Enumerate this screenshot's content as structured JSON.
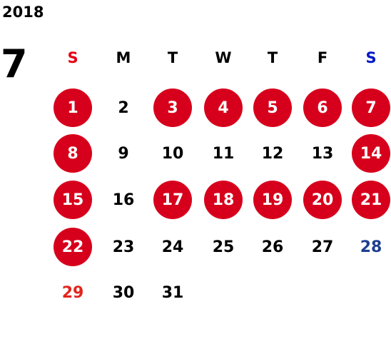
{
  "calendar": {
    "year": "2018",
    "month": "7",
    "weekdays": [
      {
        "label": "S",
        "color": "#e60012"
      },
      {
        "label": "M",
        "color": "#000000"
      },
      {
        "label": "T",
        "color": "#000000"
      },
      {
        "label": "W",
        "color": "#000000"
      },
      {
        "label": "T",
        "color": "#000000"
      },
      {
        "label": "F",
        "color": "#000000"
      },
      {
        "label": "S",
        "color": "#0019c7"
      }
    ],
    "first_weekday_index": 0,
    "days": [
      {
        "day": "1",
        "marked": true
      },
      {
        "day": "2",
        "marked": false
      },
      {
        "day": "3",
        "marked": true
      },
      {
        "day": "4",
        "marked": true
      },
      {
        "day": "5",
        "marked": true
      },
      {
        "day": "6",
        "marked": true
      },
      {
        "day": "7",
        "marked": true
      },
      {
        "day": "8",
        "marked": true
      },
      {
        "day": "9",
        "marked": false
      },
      {
        "day": "10",
        "marked": false
      },
      {
        "day": "11",
        "marked": false
      },
      {
        "day": "12",
        "marked": false
      },
      {
        "day": "13",
        "marked": false
      },
      {
        "day": "14",
        "marked": true
      },
      {
        "day": "15",
        "marked": true
      },
      {
        "day": "16",
        "marked": false
      },
      {
        "day": "17",
        "marked": true
      },
      {
        "day": "18",
        "marked": true
      },
      {
        "day": "19",
        "marked": true
      },
      {
        "day": "20",
        "marked": true
      },
      {
        "day": "21",
        "marked": true
      },
      {
        "day": "22",
        "marked": true
      },
      {
        "day": "23",
        "marked": false
      },
      {
        "day": "24",
        "marked": false
      },
      {
        "day": "25",
        "marked": false
      },
      {
        "day": "26",
        "marked": false
      },
      {
        "day": "27",
        "marked": false
      },
      {
        "day": "28",
        "marked": false,
        "color": "#1d3f91"
      },
      {
        "day": "29",
        "marked": false,
        "color": "#e1261c"
      },
      {
        "day": "30",
        "marked": false
      },
      {
        "day": "31",
        "marked": false
      }
    ],
    "colors": {
      "marked_fill": "#d7001c",
      "marked_text": "#ffffff",
      "default_text": "#000000"
    }
  }
}
